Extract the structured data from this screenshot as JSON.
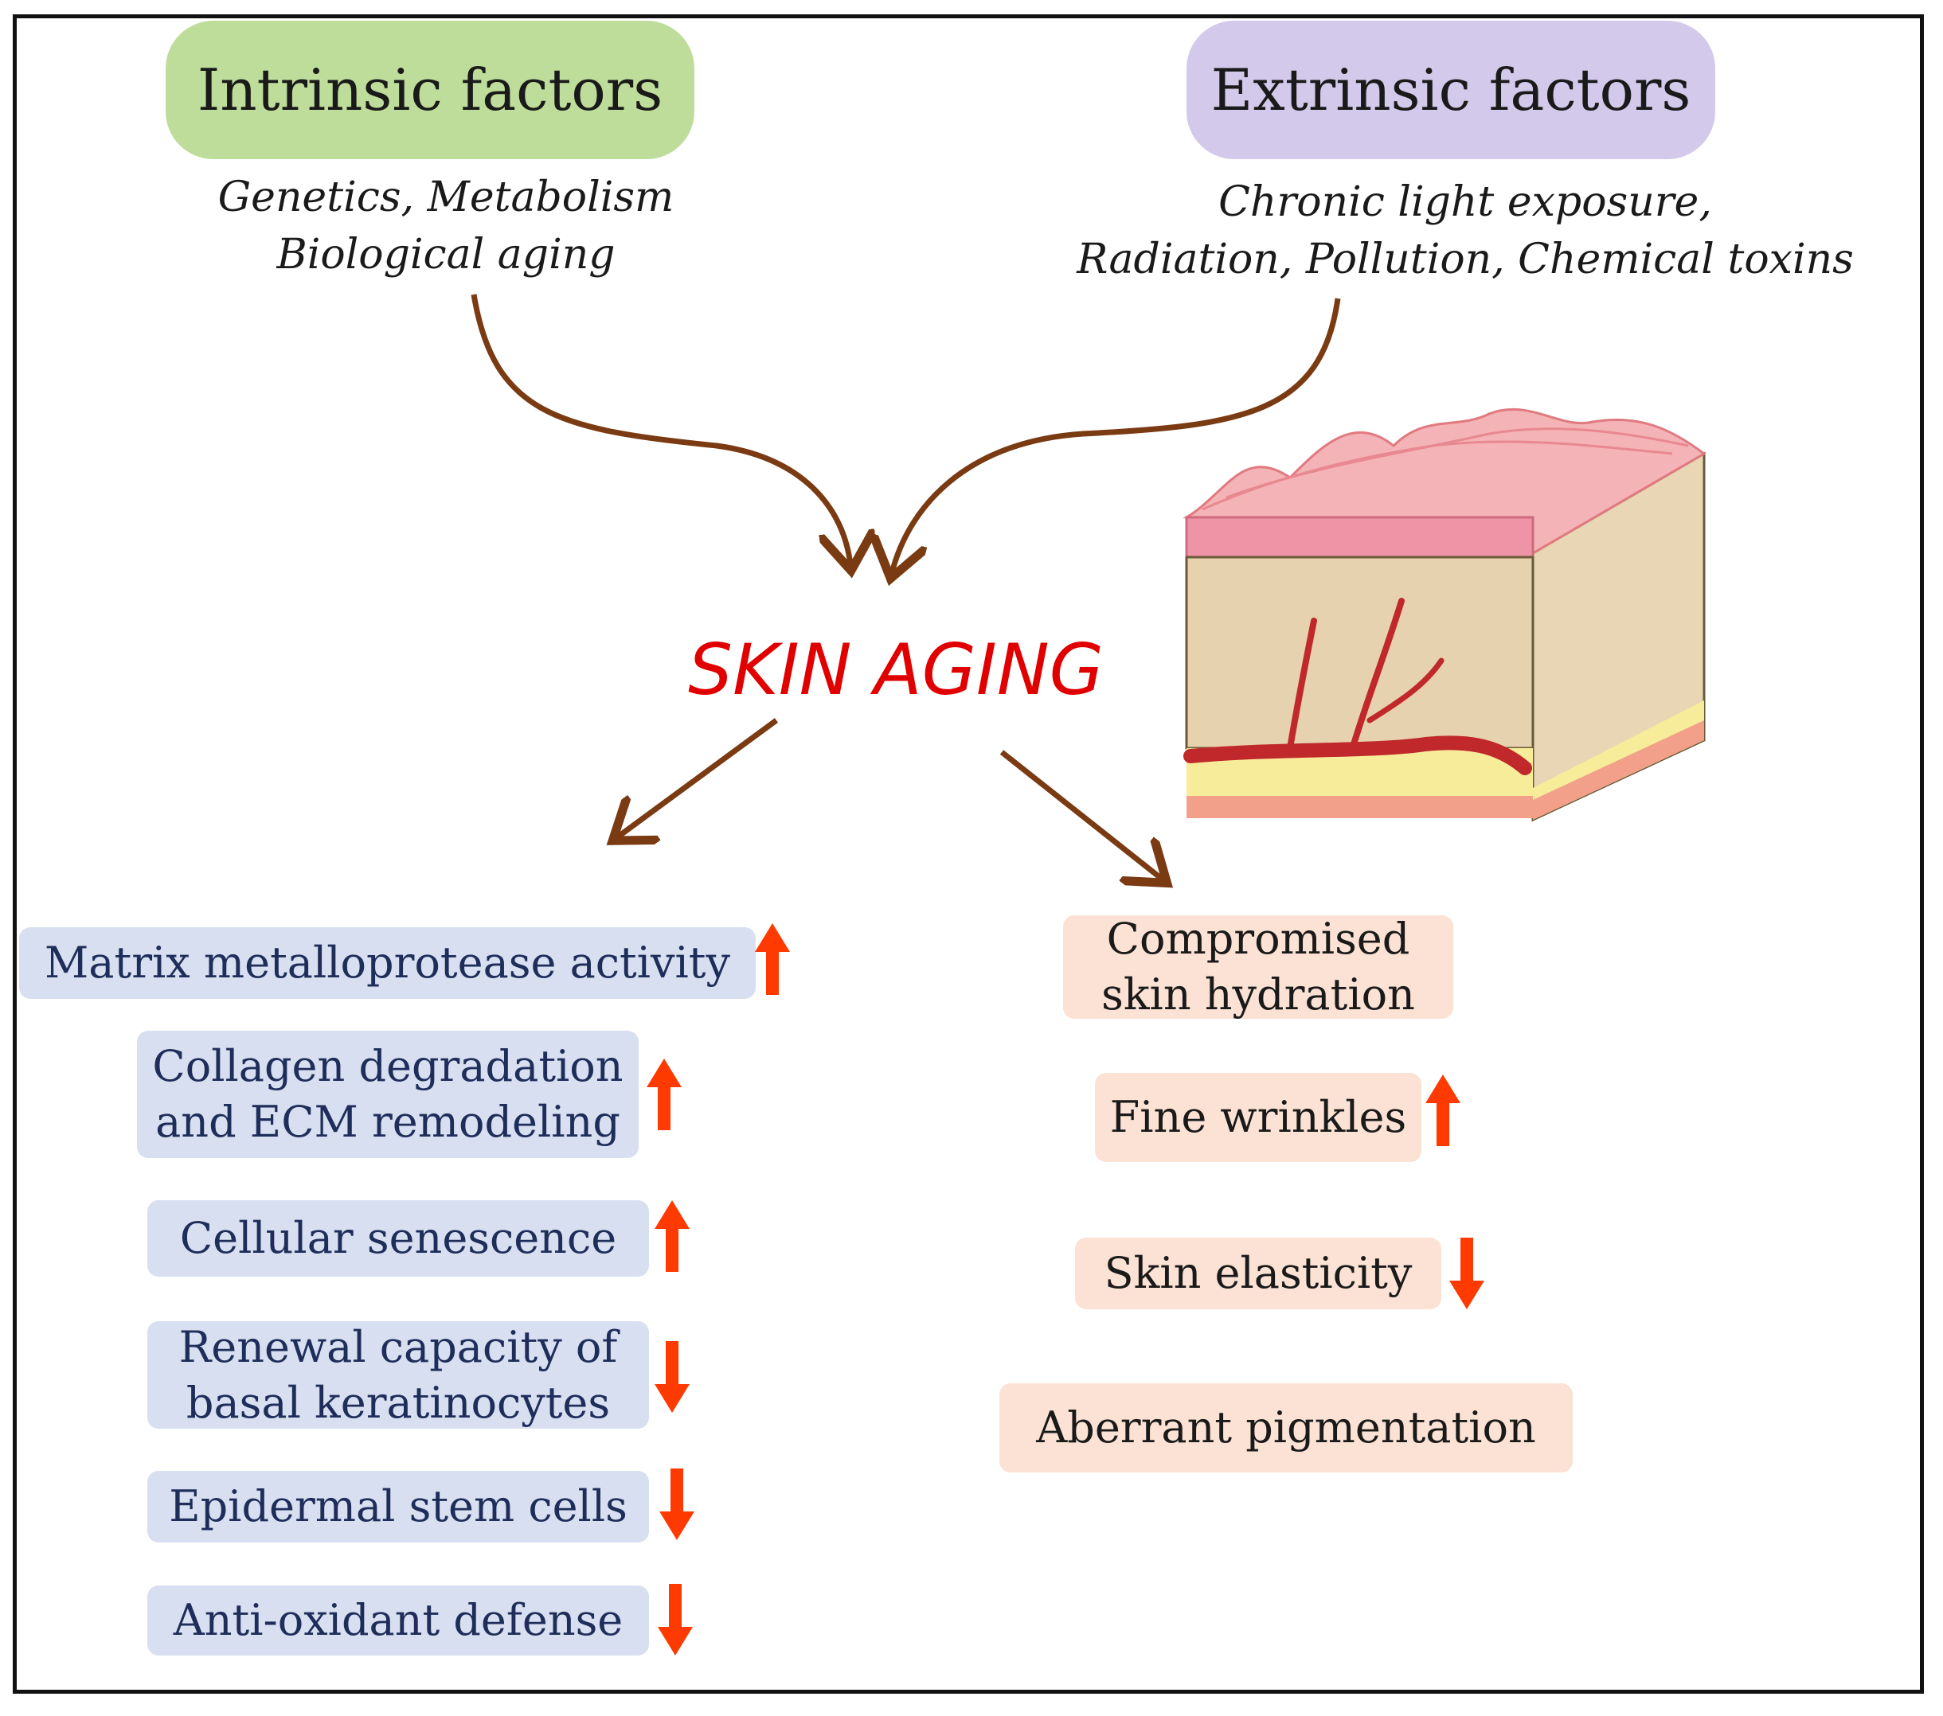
{
  "intrinsic": {
    "title": "Intrinsic factors",
    "line1": "Genetics, Metabolism",
    "line2": "Biological aging",
    "color": "#bedd9a"
  },
  "extrinsic": {
    "title": "Extrinsic factors",
    "line1": "Chronic light exposure,",
    "line2": "Radiation, Pollution, Chemical toxins",
    "color": "#d3c9ea"
  },
  "center": {
    "title": "SKIN AGING",
    "color": "#e00000"
  },
  "arrow_color": "#7a3a12",
  "indicator_color": "#ff3a00",
  "left_items": [
    {
      "line1": "Matrix metalloprotease activity",
      "line2": "",
      "trend": "up"
    },
    {
      "line1": "Collagen degradation",
      "line2": "and ECM remodeling",
      "trend": "up"
    },
    {
      "line1": "Cellular senescence",
      "line2": "",
      "trend": "up"
    },
    {
      "line1": "Renewal capacity of",
      "line2": "basal keratinocytes",
      "trend": "down"
    },
    {
      "line1": "Epidermal stem cells",
      "line2": "",
      "trend": "down"
    },
    {
      "line1": "Anti-oxidant defense",
      "line2": "",
      "trend": "down"
    }
  ],
  "right_items": [
    {
      "line1": "Compromised",
      "line2": "skin hydration",
      "trend": ""
    },
    {
      "line1": "Fine wrinkles",
      "line2": "",
      "trend": "up"
    },
    {
      "line1": "Skin elasticity",
      "line2": "",
      "trend": "down"
    },
    {
      "line1": "Aberrant pigmentation",
      "line2": "",
      "trend": ""
    }
  ]
}
